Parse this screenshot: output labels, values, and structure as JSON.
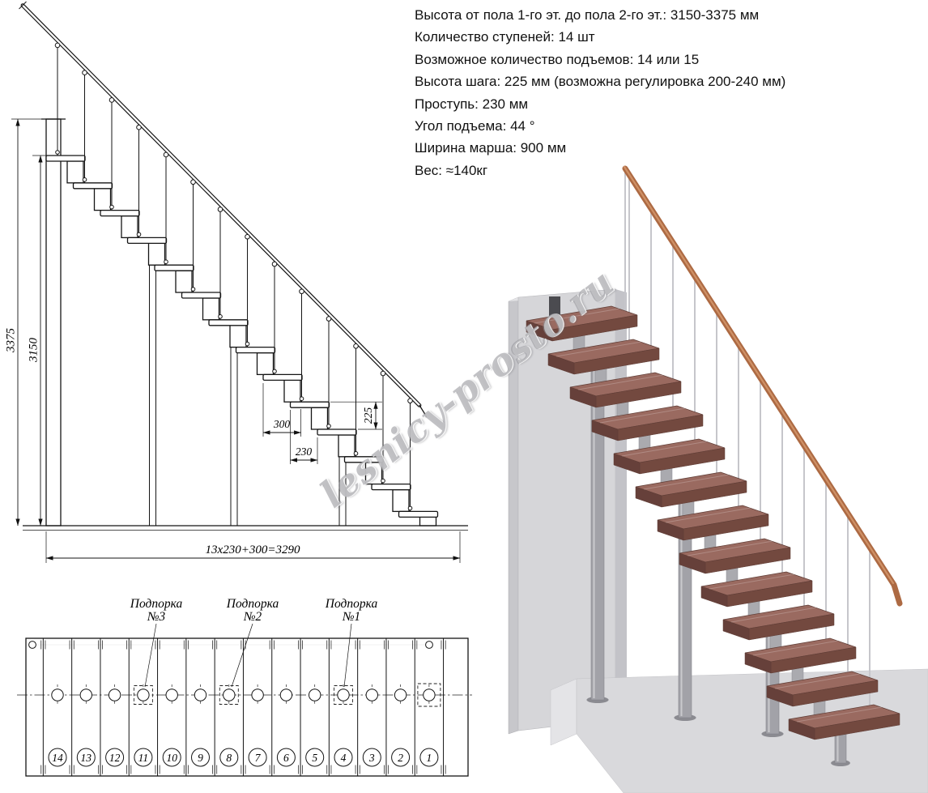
{
  "specs": {
    "lines": [
      "Высота от пола 1-го эт. до пола 2-го эт.: 3150-3375 мм",
      "Количество ступеней: 14 шт",
      "Возможное количество подъемов: 14 или 15",
      "Высота шага: 225 мм (возможна регулировка 200-240 мм)",
      "Проступь: 230 мм",
      "Угол подъема: 44 °",
      "Ширина марша: 900 мм",
      "Вес: ≈140кг"
    ]
  },
  "side_view": {
    "dim_total_height": "3375",
    "dim_flight_height": "3150",
    "dim_step_rise": "225",
    "dim_tread_depth": "300",
    "dim_step_run": "230",
    "dim_total_run": "13x230+300=3290"
  },
  "plan_view": {
    "labels": [
      {
        "line1": "Подпорка",
        "line2": "№3"
      },
      {
        "line1": "Подпорка",
        "line2": "№2"
      },
      {
        "line1": "Подпорка",
        "line2": "№1"
      }
    ],
    "step_numbers": [
      "14",
      "13",
      "12",
      "11",
      "10",
      "9",
      "8",
      "7",
      "6",
      "5",
      "4",
      "3",
      "2",
      "1"
    ]
  },
  "watermark": {
    "text": "lesnicy-prosto.ru"
  },
  "colors": {
    "drawing_line": "#151515",
    "wood_top": "#9a6a60",
    "wood_front": "#73493f",
    "handrail": "#ad6a43",
    "metal": "#a2a2a8",
    "wall": "#d6d6d9",
    "floor": "#d9d9dc"
  }
}
